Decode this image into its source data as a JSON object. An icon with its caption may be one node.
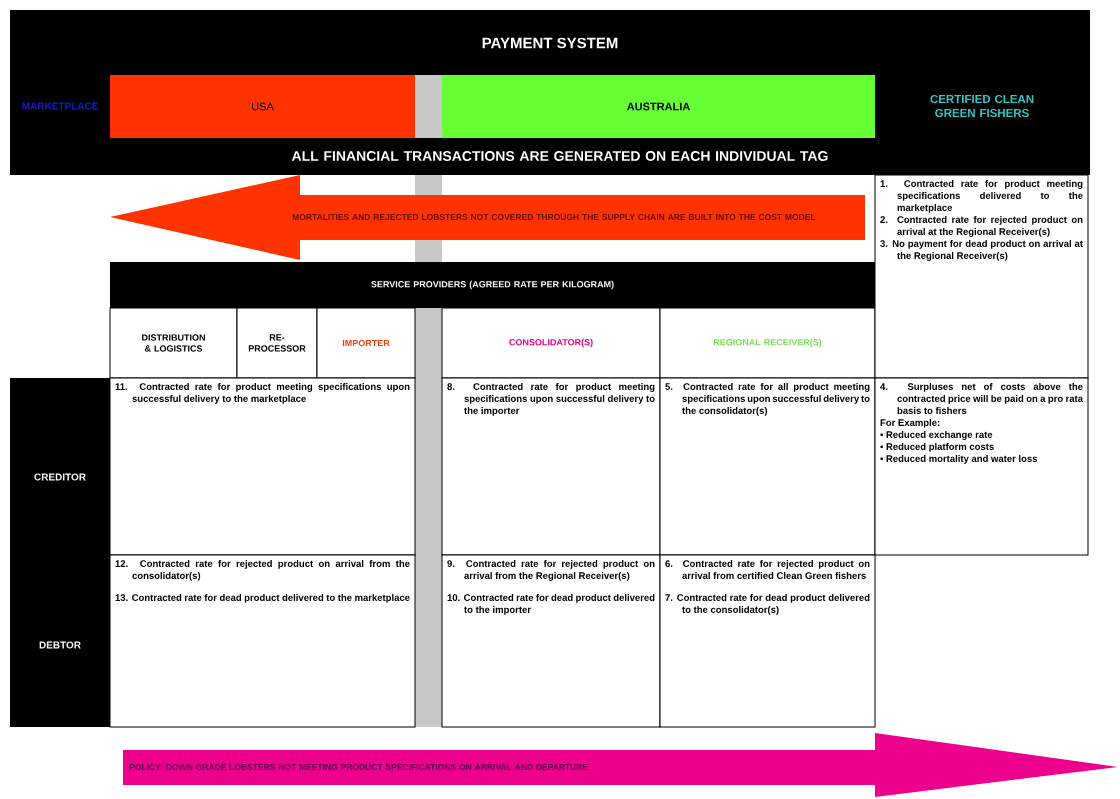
{
  "diagram": {
    "title": "PAYMENT SYSTEM",
    "nodes": [
      {
        "text": [
          "USA"
        ]
      },
      {
        "text": [
          "AUSTRALIA"
        ]
      },
      {
        "text": [
          "MORTALITIES AND REJECTED LOBSTERS NOT COVERED THROUGH THE SUPPLY CHAIN ARE BUILT INTO THE COST MODEL"
        ]
      },
      {
        "text": [
          "SERVICE PROVIDERS (AGREED RATE PER KILOGRAM)"
        ]
      },
      {
        "text": [
          "DISTRIBUTION & LOGISTICS"
        ]
      },
      {
        "text": [
          "RE-PROCESSOR"
        ]
      },
      {
        "text": [
          "IMPORTER"
        ]
      },
      {
        "text": [
          "CONSOLIDATOR(S)"
        ]
      },
      {
        "text": [
          "REGIONAL RECEIVER(S)"
        ]
      },
      {
        "text": [
          "1. Contracted rate for product meeting specifications delivered to the marketplace",
          "2. Contracted rate for rejected product on arrival at the Regional Receiver(s)",
          "3. No payment for dead product on arrival at the Regional Receiver(s)"
        ]
      },
      {
        "text": [
          "CREDITOR",
          "DEBTOR"
        ]
      },
      {
        "text": [
          "11. Contracted rate for product meeting specifications upon successful delivery to the marketplace"
        ]
      },
      {
        "text": [
          "8. Contracted rate for product meeting specifications upon successful delivery to the importer"
        ]
      },
      {
        "text": [
          "5. Contracted rate for all product meeting specifications upon successful delivery to the consolidator(s)"
        ]
      },
      {
        "text": [
          "4. Surpluses net of costs above the contracted price will be paid on a pro rata basis to fishers",
          "For Example:",
          "• Reduced exchange rate",
          "• Reduced platform costs",
          "• Reduced mortality and water loss"
        ]
      },
      {
        "text": [
          "12. Contracted rate for rejected product on arrival from the consolidator(s)",
          "13. Contracted rate for dead product delivered to the marketplace"
        ]
      },
      {
        "text": [
          "9. Contracted rate for rejected product on arrival from the Regional Receiver(s)",
          "10. Contracted rate for dead product delivered to the importer"
        ]
      },
      {
        "text": [
          "6. Contracted rate for rejected product on arrival from certified Clean Green fishers",
          "7. Contracted rate for dead product delivered to the consolidator(s)"
        ]
      },
      {
        "text": [
          "POLICY: DOWN GRADE LOBSTERS NOT MEETING PRODUCT SPECIFICATIONS ON ARRIVAL AND DEPARTURE"
        ]
      }
    ],
    "labels": [
      "MARKETPLACE",
      "CERTIFIED CLEAN GREEN FISHERS",
      "ALL FINANCIAL TRANSACTIONS ARE GENERATED ON EACH INDIVIDUAL TAG"
    ]
  }
}
